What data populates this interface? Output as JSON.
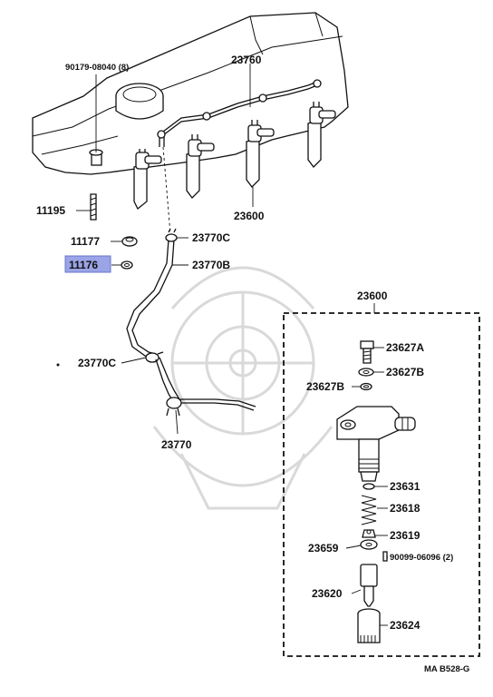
{
  "diagram": {
    "labels": {
      "bolt_90179": "90179-08040 (8)",
      "pipe_23760": "23760",
      "stud_11195": "11195",
      "injector_23600_top": "23600",
      "washer_11177": "11177",
      "washer_11176": "11176",
      "clamp_23770c_top": "23770C",
      "hose_23770b": "23770B",
      "clamp_23770c_mid": "23770C",
      "pipe_23770": "23770",
      "detail_23600": "23600",
      "bolt_23627a": "23627A",
      "washer_23627b_r": "23627B",
      "washer_23627b_l": "23627B",
      "seal_23631": "23631",
      "spring_23618": "23618",
      "pin_23619": "23619",
      "washer_23659": "23659",
      "pin_90099": "90099-06096 (2)",
      "nozzle_23620": "23620",
      "nut_23624": "23624",
      "diagram_code": "MA B528-G"
    },
    "highlighted_part": "11176",
    "highlight_color": "#9aa4e6"
  }
}
